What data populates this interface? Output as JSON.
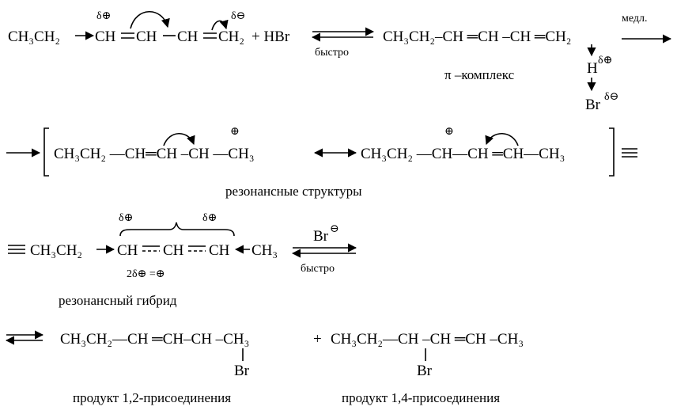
{
  "row1": {
    "ch3ch2": "CH₃CH₂",
    "ch_a": "CH",
    "ch_b": "CH",
    "ch_c": "CH",
    "ch2_end": "CH₂",
    "delta_plus": "δ⊕",
    "delta_minus": "δ⊖",
    "plus_hbr": "+ HBr",
    "fast_label": "быстро",
    "pi_formula": "CH₃CH₂–CH ═CH –CH ═CH₂",
    "slow_label": "медл.",
    "h_delta": "H",
    "h_delta_sup": "δ⊕",
    "br_delta": "Br",
    "br_delta_sup": "δ⊖",
    "pi_complex_label": "π –комплекс"
  },
  "row2": {
    "left_structure": "CH₃CH₂ —CH═CH –CH —CH₃",
    "right_structure": "CH₃CH₂ —CH—CH ═CH—CH₃",
    "plus": "⊕",
    "resonance_label": "резонансные структуры"
  },
  "row3": {
    "ch3ch2": "CH₃CH₂",
    "ch_1": "CH",
    "ch_2": "CH",
    "ch_3": "CH",
    "ch3": "CH₃",
    "delta_plus_left": "δ⊕",
    "delta_plus_right": "δ⊕",
    "charge_eq": "2δ⊕ =⊕",
    "br_ion": "Br",
    "br_ion_sup": "⊖",
    "fast_label": "быстро",
    "hybrid_label": "резонансный гибрид"
  },
  "row4": {
    "product_12": "CH₃CH₂—CH ═CH–CH –CH₃",
    "plus": "+",
    "product_14": "CH₃CH₂—CH –CH ═CH –CH₃",
    "br_12": "Br",
    "br_14": "Br",
    "label_12": "продукт 1,2-присоединения",
    "label_14": "продукт 1,4-присоединения"
  }
}
